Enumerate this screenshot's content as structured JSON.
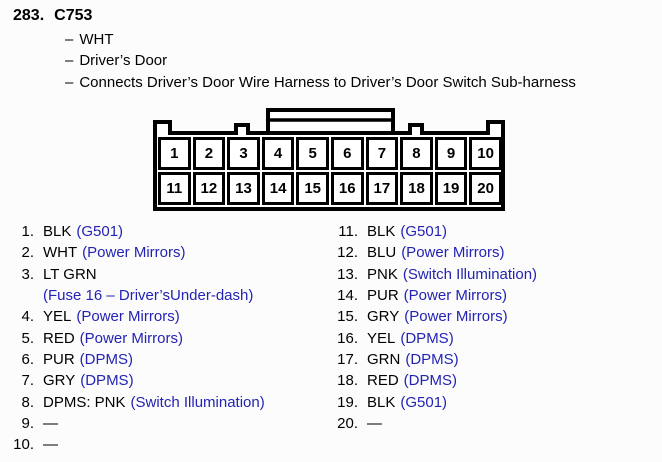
{
  "header": {
    "entry_number": "283.",
    "connector_id": "C753",
    "bullet_prefix": "–",
    "details": [
      "WHT",
      "Driver’s Door",
      "Connects Driver’s Door Wire Harness to Driver’s Door Switch Sub-harness"
    ]
  },
  "connector": {
    "rows": [
      [
        "1",
        "2",
        "3",
        "4",
        "5",
        "6",
        "7",
        "8",
        "9",
        "10"
      ],
      [
        "11",
        "12",
        "13",
        "14",
        "15",
        "16",
        "17",
        "18",
        "19",
        "20"
      ]
    ]
  },
  "pin_lists": {
    "left": [
      {
        "num": "1.",
        "wire": "BLK",
        "link": "(G501)"
      },
      {
        "num": "2.",
        "wire": "WHT",
        "link": "(Power Mirrors)"
      },
      {
        "num": "3.",
        "wire": "LT GRN",
        "link": "(Fuse 16 – Driver’sUnder-dash)",
        "link_new_line": true
      },
      {
        "num": "4.",
        "wire": "YEL",
        "link": "(Power Mirrors)"
      },
      {
        "num": "5.",
        "wire": "RED",
        "link": "(Power Mirrors)"
      },
      {
        "num": "6.",
        "wire": "PUR",
        "link": "(DPMS)"
      },
      {
        "num": "7.",
        "wire": "GRY",
        "link": "(DPMS)"
      },
      {
        "num": "8.",
        "wire": "DPMS: PNK",
        "link": "(Switch Illumination)"
      },
      {
        "num": "9.",
        "wire": "—",
        "link": ""
      },
      {
        "num": "10.",
        "wire": "—",
        "link": ""
      }
    ],
    "right": [
      {
        "num": "11.",
        "wire": "BLK",
        "link": "(G501)"
      },
      {
        "num": "12.",
        "wire": "BLU",
        "link": "(Power Mirrors)"
      },
      {
        "num": "13.",
        "wire": "PNK",
        "link": "(Switch Illumination)"
      },
      {
        "num": "14.",
        "wire": "PUR",
        "link": "(Power Mirrors)"
      },
      {
        "num": "15.",
        "wire": "GRY",
        "link": "(Power Mirrors)"
      },
      {
        "num": "16.",
        "wire": "YEL",
        "link": "(DPMS)"
      },
      {
        "num": "17.",
        "wire": "GRN",
        "link": "(DPMS)"
      },
      {
        "num": "18.",
        "wire": "RED",
        "link": "(DPMS)"
      },
      {
        "num": "19.",
        "wire": "BLK",
        "link": "(G501)"
      },
      {
        "num": "20.",
        "wire": "—",
        "link": ""
      }
    ]
  },
  "colors": {
    "link_blue": "#2323b5",
    "text_black": "#000000",
    "background": "#fcfcfc",
    "connector_stroke": "#000000"
  }
}
